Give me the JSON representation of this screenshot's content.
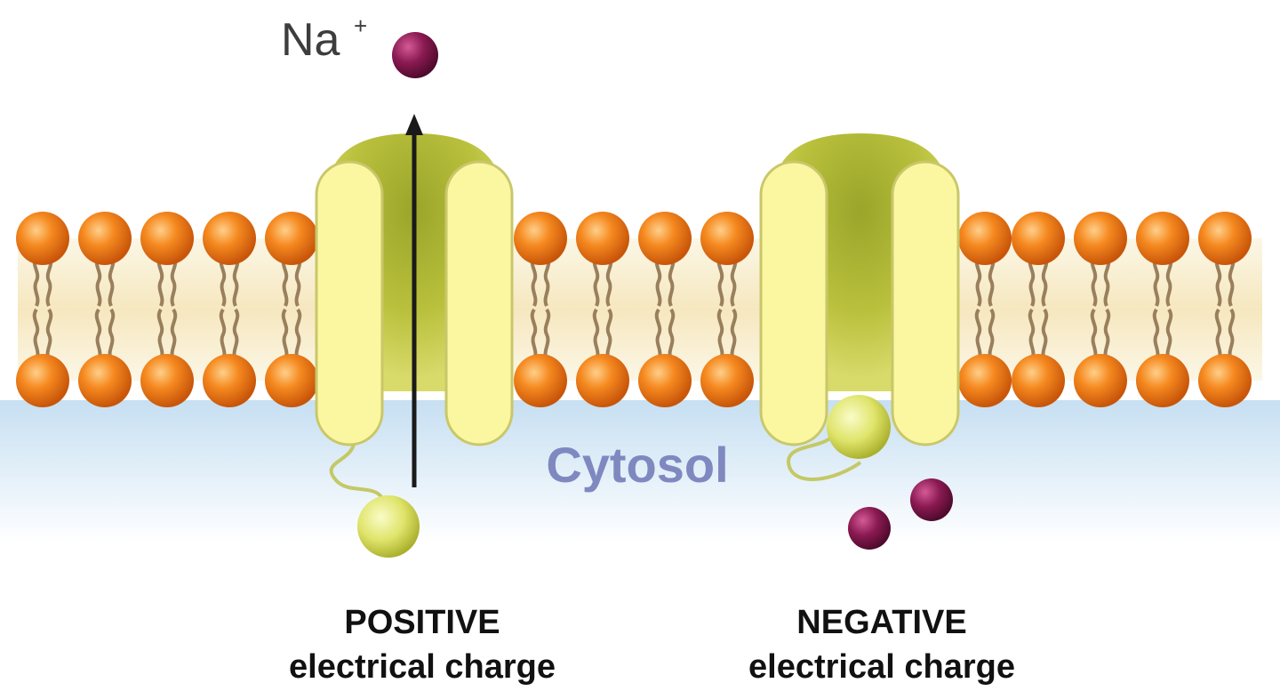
{
  "labels": {
    "ion": "Na",
    "ion_charge": "+",
    "compartment": "Cytosol",
    "left_channel_title": "POSITIVE",
    "left_channel_sub": "electrical charge",
    "right_channel_title": "NEGATIVE",
    "right_channel_sub": "electrical charge"
  },
  "colors": {
    "phospholipid_head": "#f07a1c",
    "channel_protein": "#fbf59b",
    "channel_dark": "#a9b12a",
    "sodium_ion": "#8a1a52",
    "gate_ball": "#d8e05a",
    "cytosol": "#c9e0f2",
    "cytosol_text": "#8088c0"
  },
  "icons": {
    "ion": "sodium-ion-sphere",
    "gate": "inactivation-gate-ball",
    "arrow": "ion-flow-arrow"
  }
}
